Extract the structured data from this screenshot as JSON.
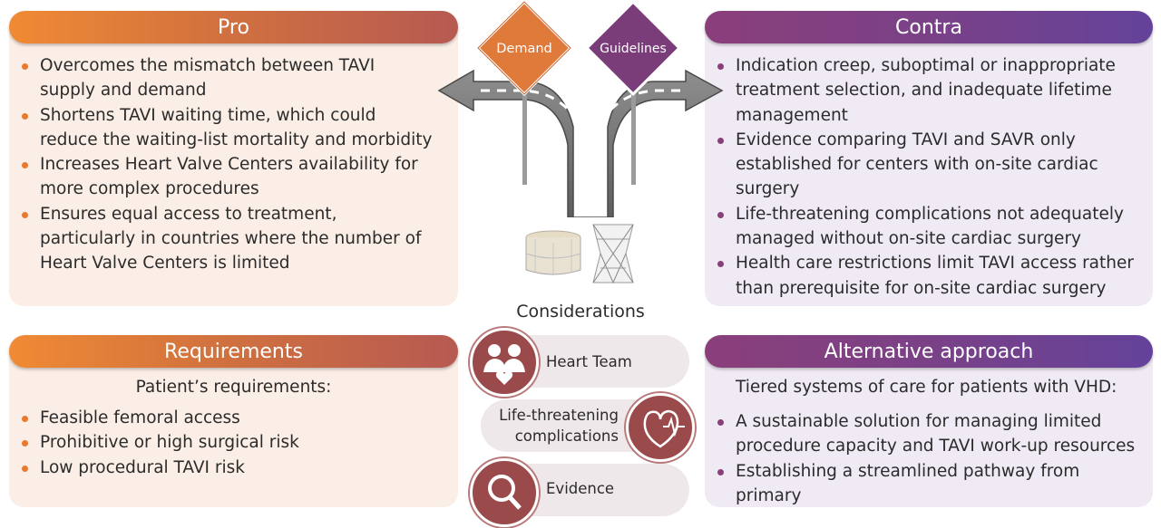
{
  "pro": {
    "title": "Pro",
    "items": [
      "Overcomes the mismatch between TAVI supply and demand",
      "Shortens TAVI waiting time, which could reduce the waiting-list mortality and morbidity",
      "Increases Heart Valve Centers availability for more complex procedures",
      "Ensures equal access to treatment, particularly in countries where the number of Heart Valve Centers is limited"
    ]
  },
  "contra": {
    "title": "Contra",
    "items": [
      "Indication creep, suboptimal or inappropriate treatment selection, and inadequate lifetime management",
      "Evidence comparing TAVI and SAVR only established for centers with on-site cardiac surgery",
      "Life-threatening complications not adequately managed without on-site cardiac surgery",
      "Health care restrictions limit TAVI access rather than prerequisite for on-site cardiac surgery"
    ]
  },
  "signs": {
    "left": "Demand",
    "right": "Guidelines"
  },
  "considerations": {
    "title": "Considerations",
    "items": [
      "Heart Team",
      "Life-threatening complications",
      "Evidence"
    ]
  },
  "requirements": {
    "title": "Requirements",
    "subtitle": "Patient’s requirements:",
    "items": [
      "Feasible femoral access",
      "Prohibitive or high surgical risk",
      "Low procedural TAVI risk"
    ]
  },
  "alternative": {
    "title": "Alternative approach",
    "subtitle": "Tiered systems of care for patients with VHD:",
    "items": [
      "A sustainable solution for managing limited procedure capacity and TAVI work-up resources",
      "Establishing a streamlined pathway from primary"
    ]
  },
  "colors": {
    "orange_header": "#e8792f",
    "purple_header": "#7a4187",
    "pro_bg": "#fbeee6",
    "contra_bg": "#f0eaf4",
    "icon_circle": "#9a4a4a"
  },
  "icons": [
    "road-fork-icon",
    "balloon-valve-icon",
    "self-expanding-valve-icon",
    "heart-team-icon",
    "heart-monitor-icon",
    "magnifier-icon"
  ]
}
